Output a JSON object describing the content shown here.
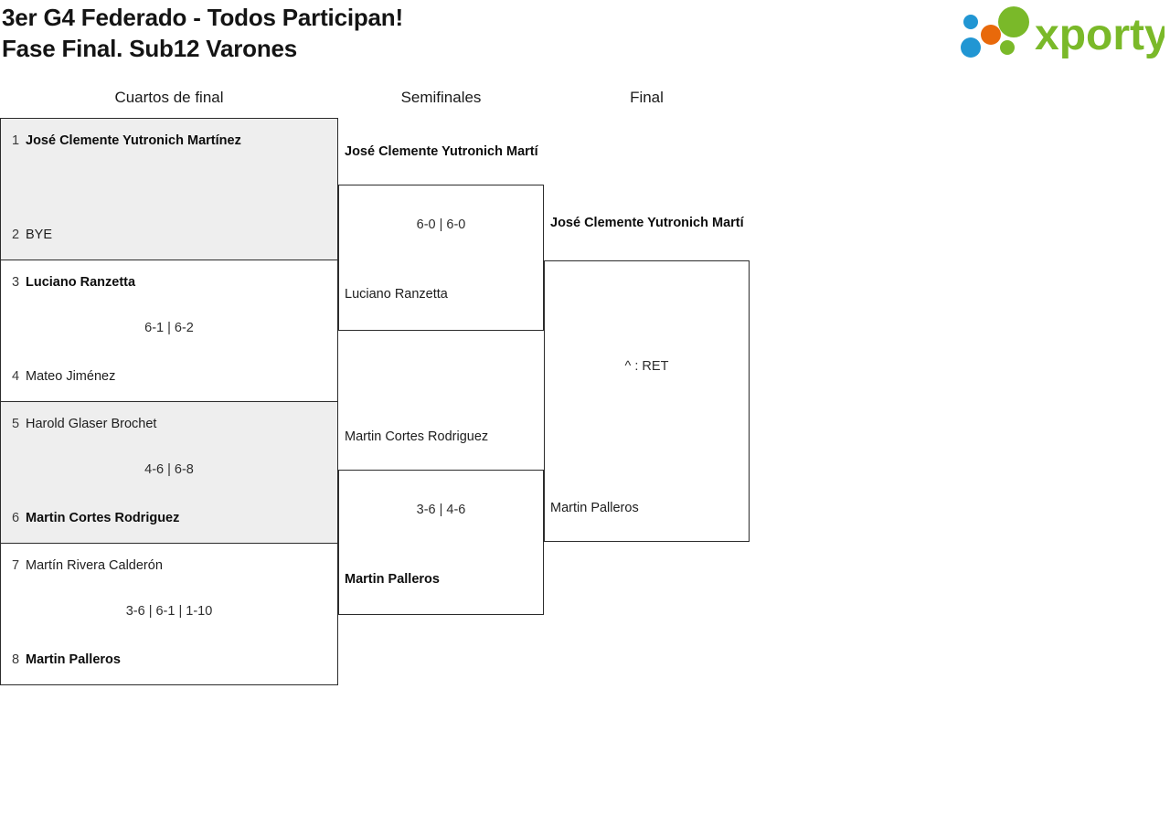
{
  "header": {
    "title_line1": "3er G4 Federado - Todos Participan!",
    "title_line2": "Fase Final. Sub12 Varones",
    "logo_text": "xporty",
    "logo_colors": {
      "green": "#7ab929",
      "blue": "#2196d3",
      "orange": "#e8690b"
    }
  },
  "bracket": {
    "rounds": [
      {
        "label": "Cuartos de final"
      },
      {
        "label": "Semifinales"
      },
      {
        "label": "Final"
      }
    ],
    "quarterfinals": [
      {
        "top": {
          "seed": "1",
          "name": "José Clemente Yutronich Martínez",
          "winner": true
        },
        "bottom": {
          "seed": "2",
          "name": "BYE",
          "winner": false
        },
        "score": ""
      },
      {
        "top": {
          "seed": "3",
          "name": "Luciano Ranzetta",
          "winner": true
        },
        "bottom": {
          "seed": "4",
          "name": "Mateo Jiménez",
          "winner": false
        },
        "score": "6-1 | 6-2"
      },
      {
        "top": {
          "seed": "5",
          "name": "Harold Glaser Brochet",
          "winner": false
        },
        "bottom": {
          "seed": "6",
          "name": "Martin Cortes Rodriguez",
          "winner": true
        },
        "score": "4-6 | 6-8"
      },
      {
        "top": {
          "seed": "7",
          "name": "Martín Rivera Calderón",
          "winner": false
        },
        "bottom": {
          "seed": "8",
          "name": "Martin Palleros",
          "winner": true
        },
        "score": "3-6 | 6-1 | 1-10"
      }
    ],
    "semifinals": [
      {
        "top": {
          "name": "José Clemente Yutronich Martí",
          "winner": true
        },
        "bottom": {
          "name": "Luciano Ranzetta",
          "winner": false
        },
        "score": "6-0 | 6-0"
      },
      {
        "top": {
          "name": "Martin Cortes Rodriguez",
          "winner": false
        },
        "bottom": {
          "name": "Martin Palleros",
          "winner": true
        },
        "score": "3-6 | 4-6"
      }
    ],
    "final": {
      "top": {
        "name": "José Clemente Yutronich Martí",
        "winner": true
      },
      "bottom": {
        "name": "Martin Palleros",
        "winner": false
      },
      "score": "^ : RET"
    }
  }
}
